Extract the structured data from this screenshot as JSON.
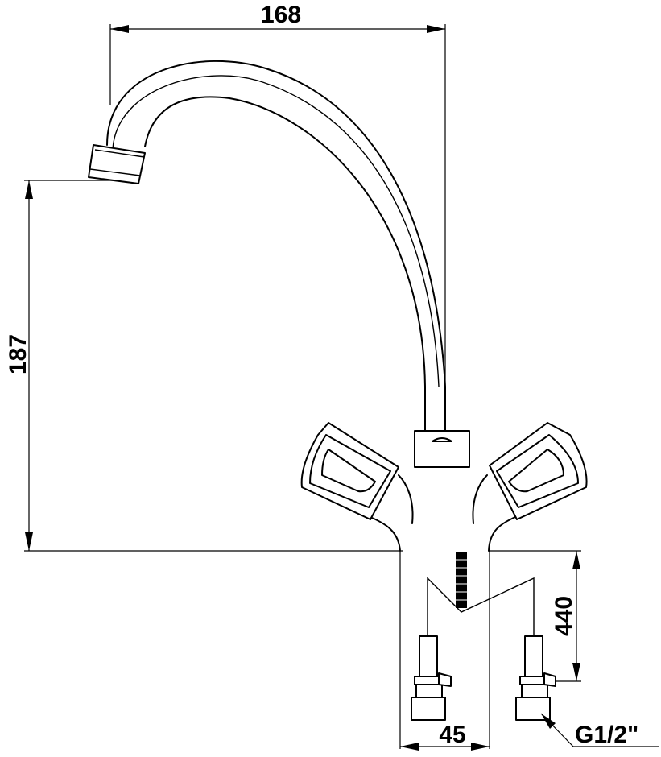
{
  "dimensions": {
    "spout_reach": "168",
    "spout_height": "187",
    "hose_length": "440",
    "inlet_spacing": "45",
    "thread_size": "G1/2\""
  }
}
